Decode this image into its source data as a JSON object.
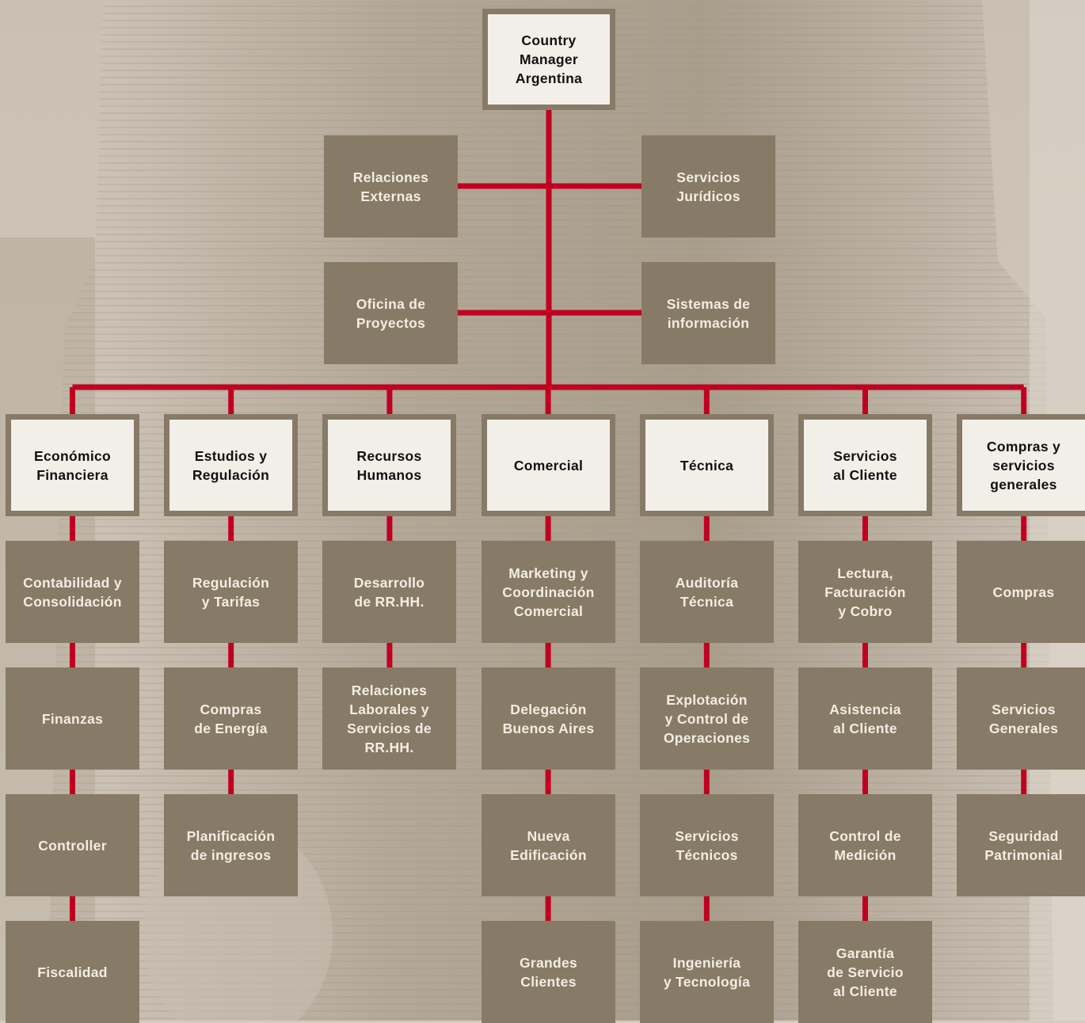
{
  "root": {
    "label": "Country\nManager\nArgentina"
  },
  "staff": {
    "left": [
      "Relaciones\nExternas",
      "Oficina de\nProyectos"
    ],
    "right": [
      "Servicios\nJurídicos",
      "Sistemas de\ninformación"
    ]
  },
  "departments": [
    {
      "label": "Económico\nFinanciera",
      "units": [
        "Contabilidad y\nConsolidación",
        "Finanzas",
        "Controller",
        "Fiscalidad"
      ]
    },
    {
      "label": "Estudios y\nRegulación",
      "units": [
        "Regulación\ny Tarifas",
        "Compras\nde Energía",
        "Planificación\nde ingresos"
      ]
    },
    {
      "label": "Recursos\nHumanos",
      "units": [
        "Desarrollo\nde RR.HH.",
        "Relaciones\nLaborales y\nServicios de\nRR.HH."
      ]
    },
    {
      "label": "Comercial",
      "units": [
        "Marketing y\nCoordinación\nComercial",
        "Delegación\nBuenos Aires",
        "Nueva\nEdificación",
        "Grandes\nClientes"
      ]
    },
    {
      "label": "Técnica",
      "units": [
        "Auditoría\nTécnica",
        "Explotación\ny Control de\nOperaciones",
        "Servicios\nTécnicos",
        "Ingeniería\ny Tecnología"
      ]
    },
    {
      "label": "Servicios\nal Cliente",
      "units": [
        "Lectura,\nFacturación\ny Cobro",
        "Asistencia\nal Cliente",
        "Control de\nMedición",
        "Garantía\nde Servicio\nal Cliente"
      ]
    },
    {
      "label": "Compras y\nservicios\ngenerales",
      "units": [
        "Compras",
        "Servicios\nGenerales",
        "Seguridad\nPatrimonial"
      ]
    }
  ],
  "colors": {
    "connector": "#c00020",
    "box_fill": "#877a66",
    "box_text": "#f3ede3",
    "head_fill": "#f2efe9",
    "head_text": "#111111",
    "background": "#d4cbbf"
  }
}
